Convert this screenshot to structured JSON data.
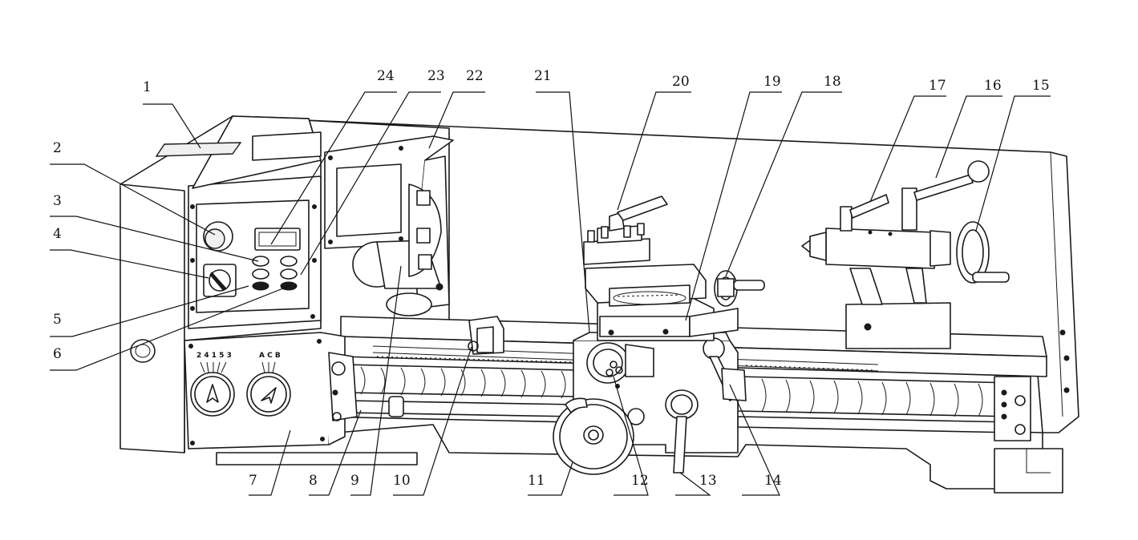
{
  "callouts": [
    {
      "id": "1",
      "label": "1"
    },
    {
      "id": "2",
      "label": "2"
    },
    {
      "id": "3",
      "label": "3"
    },
    {
      "id": "4",
      "label": "4"
    },
    {
      "id": "5",
      "label": "5"
    },
    {
      "id": "6",
      "label": "6"
    },
    {
      "id": "7",
      "label": "7"
    },
    {
      "id": "8",
      "label": "8"
    },
    {
      "id": "9",
      "label": "9"
    },
    {
      "id": "10",
      "label": "10"
    },
    {
      "id": "11",
      "label": "11"
    },
    {
      "id": "12",
      "label": "12"
    },
    {
      "id": "13",
      "label": "13"
    },
    {
      "id": "14",
      "label": "14"
    },
    {
      "id": "15",
      "label": "15"
    },
    {
      "id": "16",
      "label": "16"
    },
    {
      "id": "17",
      "label": "17"
    },
    {
      "id": "18",
      "label": "18"
    },
    {
      "id": "19",
      "label": "19"
    },
    {
      "id": "20",
      "label": "20"
    },
    {
      "id": "21",
      "label": "21"
    },
    {
      "id": "22",
      "label": "22"
    },
    {
      "id": "23",
      "label": "23"
    },
    {
      "id": "24",
      "label": "24"
    }
  ],
  "gearbox_dials": {
    "left_dial_marks": "2 4 1 5 3",
    "right_dial_marks": "A C B"
  },
  "colors": {
    "line": "#1a1a1a",
    "background": "#ffffff"
  }
}
